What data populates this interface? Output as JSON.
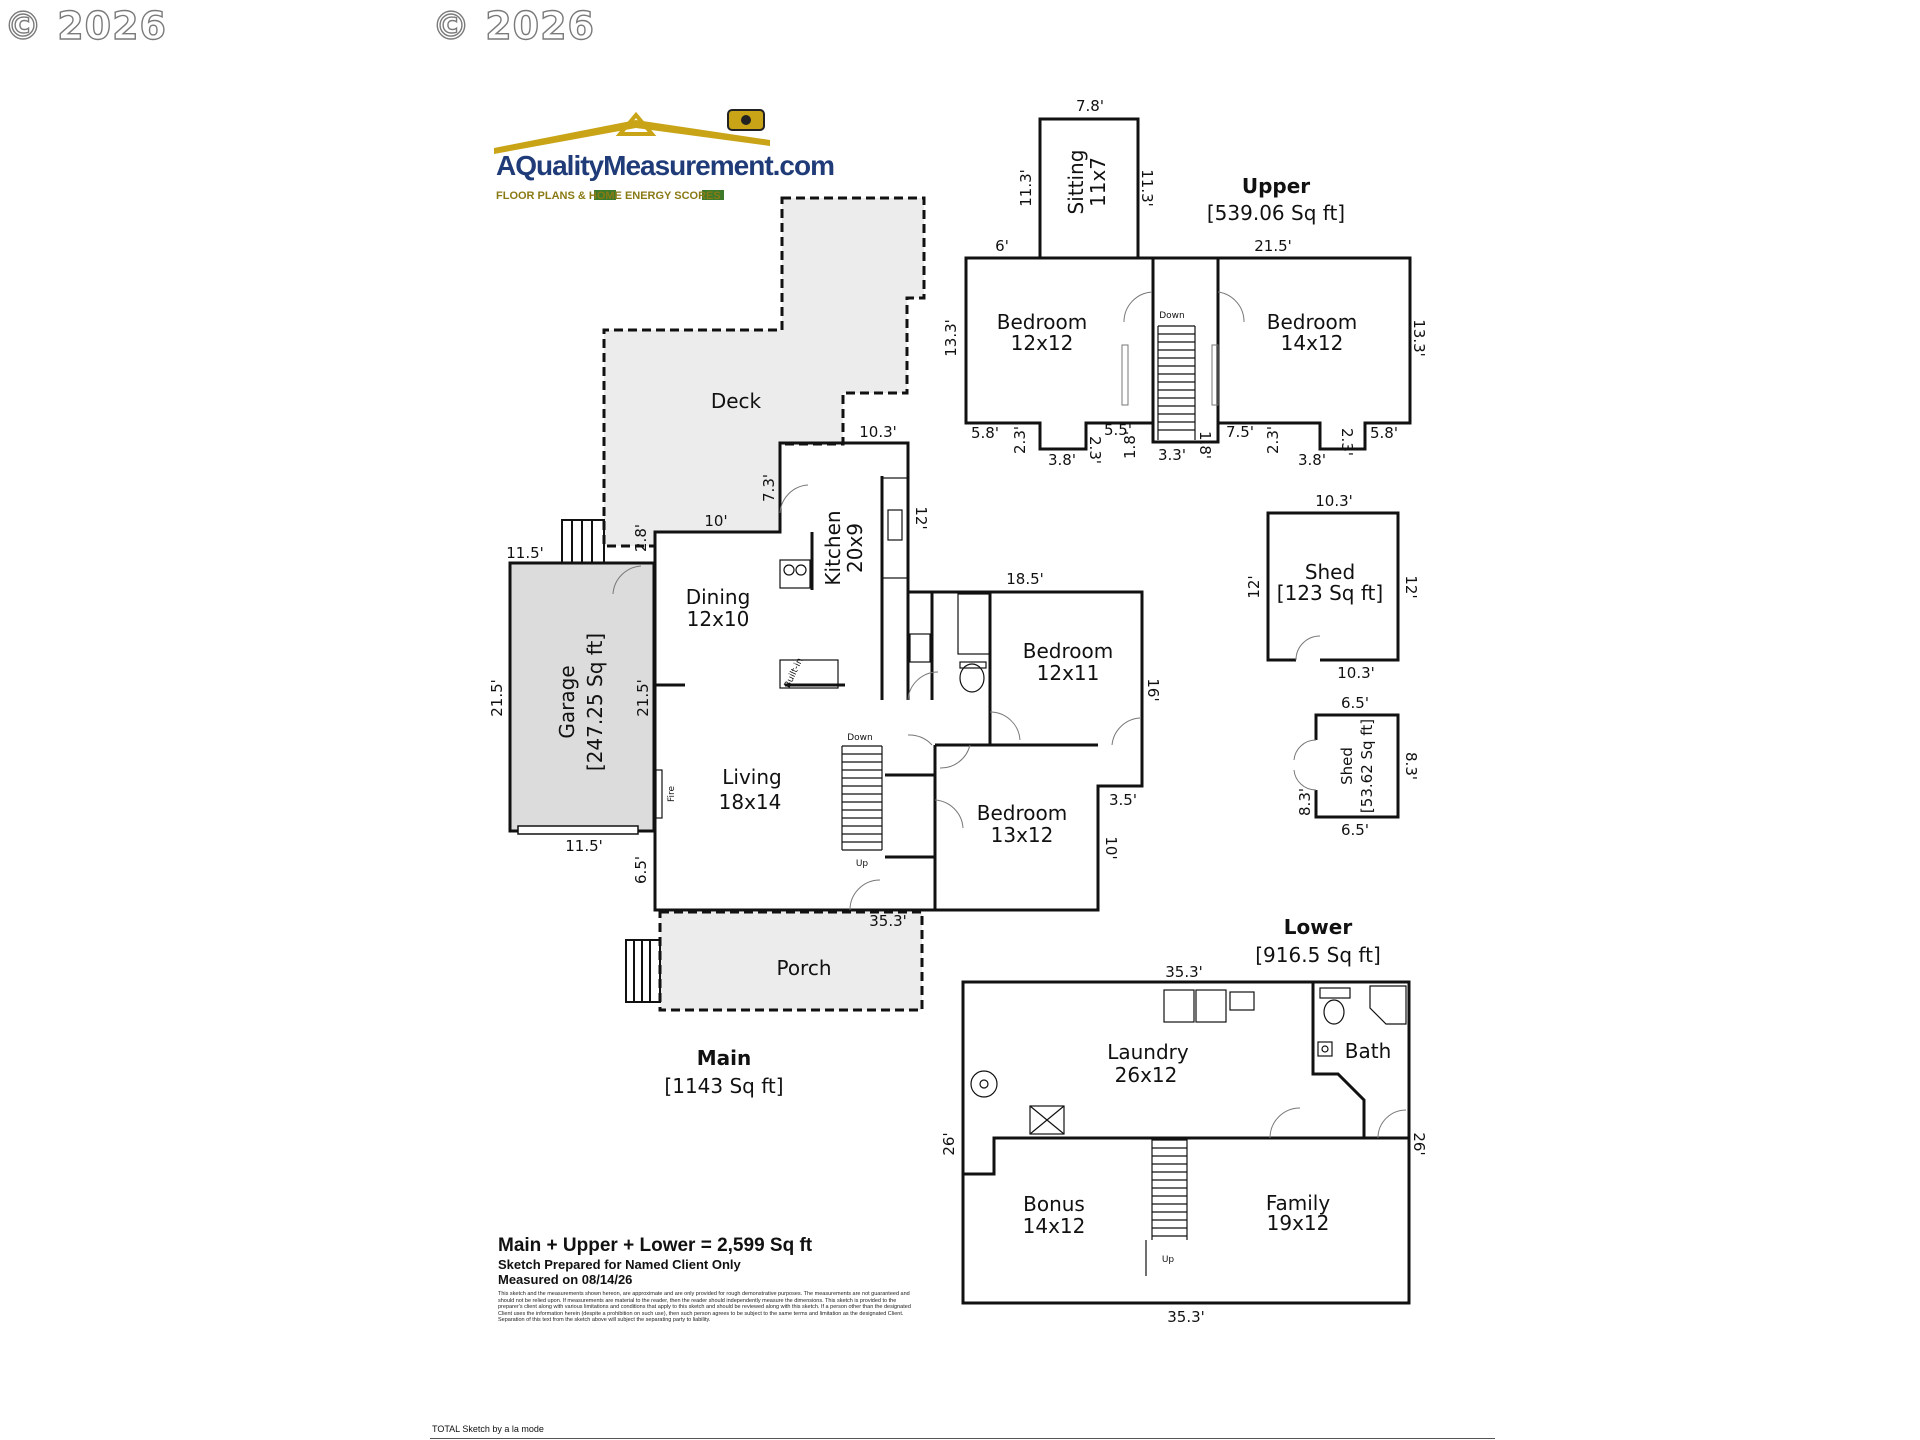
{
  "watermarks": [
    "© 2026",
    "© 2026"
  ],
  "logo": {
    "name": "AQualityMeasurement.com",
    "tagline": "FLOOR PLANS & HOME ENERGY SCORES",
    "colors": {
      "gold": "#c8a416",
      "navy": "#1f3b78",
      "green": "#3d7a2a"
    }
  },
  "floors": {
    "upper": {
      "label": "Upper",
      "area": "[539.06 Sq ft]"
    },
    "main": {
      "label": "Main",
      "area": "[1143 Sq ft]"
    },
    "lower": {
      "label": "Lower",
      "area": "[916.5 Sq ft]"
    }
  },
  "rooms": {
    "sitting": {
      "name": "Sitting",
      "size": "11x7"
    },
    "upper_bed_left": {
      "name": "Bedroom",
      "size": "12x12"
    },
    "upper_bed_right": {
      "name": "Bedroom",
      "size": "14x12"
    },
    "deck": {
      "name": "Deck"
    },
    "kitchen": {
      "name": "Kitchen",
      "size": "20x9"
    },
    "dining": {
      "name": "Dining",
      "size": "12x10"
    },
    "garage": {
      "name": "Garage",
      "size": "[247.25 Sq ft]"
    },
    "main_bed_1": {
      "name": "Bedroom",
      "size": "12x11"
    },
    "main_bed_2": {
      "name": "Bedroom",
      "size": "13x12"
    },
    "living": {
      "name": "Living",
      "size": "18x14"
    },
    "porch": {
      "name": "Porch"
    },
    "shed_large": {
      "name": "Shed",
      "size": "[123 Sq ft]"
    },
    "shed_small": {
      "name": "Shed",
      "size": "[53.62 Sq ft]"
    },
    "laundry": {
      "name": "Laundry",
      "size": "26x12"
    },
    "bath": {
      "name": "Bath"
    },
    "bonus": {
      "name": "Bonus",
      "size": "14x12"
    },
    "family": {
      "name": "Family",
      "size": "19x12"
    }
  },
  "labels": {
    "down": "Down",
    "up": "Up",
    "fire": "Fire",
    "builtin": "Built-in"
  },
  "dimensions": {
    "up_top": "7.8'",
    "up_sit_l": "11.3'",
    "up_sit_r": "11.3'",
    "up_6": "6'",
    "up_215": "21.5'",
    "up_133l": "13.3'",
    "up_133r": "13.3'",
    "up_58l": "5.8'",
    "up_23a": "2.3'",
    "up_38a": "3.8'",
    "up_23b": "2.3'",
    "up_55": "5.5'",
    "up_18a": "1.8'",
    "up_33": "3.3'",
    "up_18b": "1.8'",
    "up_75": "7.5'",
    "up_23c": "2.3'",
    "up_38b": "3.8'",
    "up_23d": "2.3'",
    "up_58r": "5.8'",
    "m_103": "10.3'",
    "m_73": "7.3'",
    "m_12": "12'",
    "m_10": "10'",
    "m_115t": "11.5'",
    "m_28": "2.8'",
    "m_185": "18.5'",
    "m_215g": "21.5'",
    "m_215": "21.5'",
    "m_16": "16'",
    "m_35": "3.5'",
    "m_115b": "11.5'",
    "m_10r": "10'",
    "m_65": "6.5'",
    "m_353": "35.3'",
    "s1_top": "10.3'",
    "s1_l": "12'",
    "s1_r": "12'",
    "s1_bot": "10.3'",
    "s2_top": "6.5'",
    "s2_r": "8.3'",
    "s2_l": "8.3'",
    "s2_bot": "6.5'",
    "l_top": "35.3'",
    "l_left": "26'",
    "l_right": "26'",
    "l_bot": "35.3'"
  },
  "notes": {
    "total": "Main + Upper + Lower = 2,599 Sq ft",
    "prepared": "Sketch Prepared for Named Client Only",
    "measured": "Measured on 08/14/26",
    "fine": "This sketch and the measurements shown hereon, are approximate and are only provided for rough demonstrative purposes. The measurements are not guaranteed and should not be relied upon. If measurements are material to the reader, then the reader should independently measure the dimensions. This sketch is provided to the preparer's client along with various limitations and conditions that apply to this sketch and should be reviewed along with this sketch. If a person other than the designated Client uses the information herein (despite a prohibition on such use), then such person agrees to be subject to the same terms and limitation as the designated Client. Separation of this text from the sketch above will subject the separating party to liability."
  },
  "footer": "TOTAL Sketch by a la mode"
}
